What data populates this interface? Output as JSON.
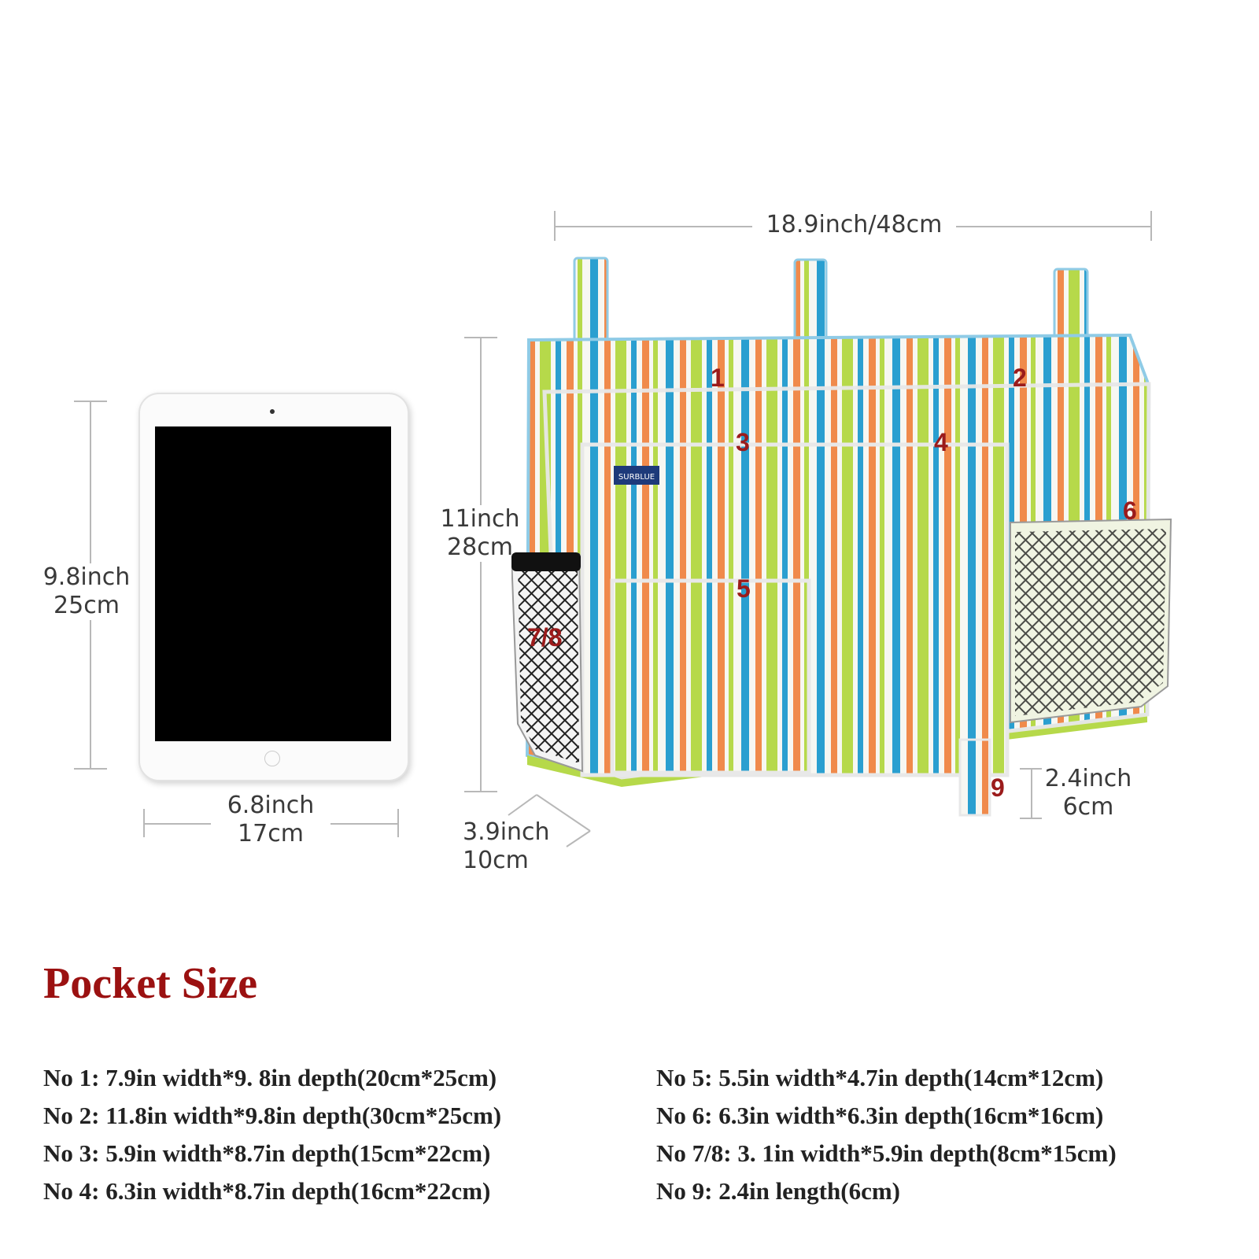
{
  "dimensions": {
    "total_width": "18.9inch/48cm",
    "height_inch": "11inch",
    "height_cm": "28cm",
    "depth_inch": "3.9inch",
    "depth_cm": "10cm",
    "strap_inch": "2.4inch",
    "strap_cm": "6cm",
    "tablet_height_inch": "9.8inch",
    "tablet_height_cm": "25cm",
    "tablet_width_inch": "6.8inch",
    "tablet_width_cm": "17cm"
  },
  "brand_label": "SURBLUE",
  "pocket_numbers": [
    "1",
    "2",
    "3",
    "4",
    "5",
    "6",
    "7/8",
    "9"
  ],
  "heading": "Pocket Size",
  "pockets_left": [
    "No 1: 7.9in width*9. 8in depth(20cm*25cm)",
    "No 2: 11.8in width*9.8in depth(30cm*25cm)",
    "No 3: 5.9in width*8.7in depth(15cm*22cm)",
    "No 4: 6.3in width*8.7in depth(16cm*22cm)"
  ],
  "pockets_right": [
    "No 5: 5.5in width*4.7in depth(14cm*12cm)",
    "No 6: 6.3in width*6.3in depth(16cm*16cm)",
    "No 7/8: 3. 1in width*5.9in depth(8cm*15cm)",
    "No 9: 2.4in length(6cm)"
  ],
  "colors": {
    "heading": "#9b1111",
    "pocket_number": "#9b1b1b",
    "stripe_blue": "#2a9fd0",
    "stripe_orange": "#f08a4b",
    "stripe_green": "#b6d94a"
  }
}
